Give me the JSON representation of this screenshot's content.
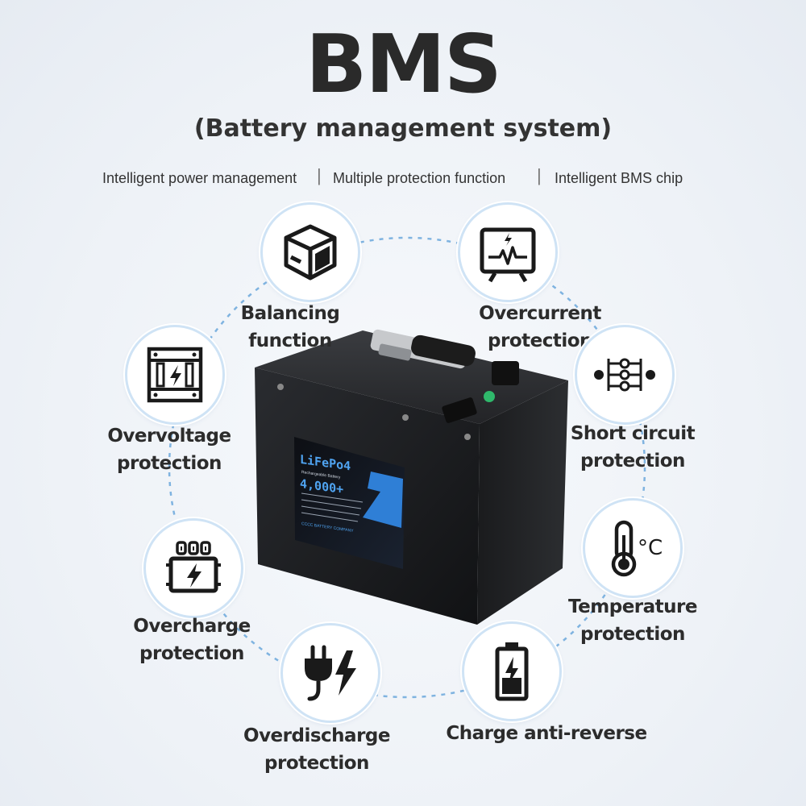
{
  "header": {
    "title": "BMS",
    "subtitle": "(Battery management system)",
    "features": [
      "Intelligent power management",
      "Multiple protection function",
      "Intelligent BMS chip"
    ],
    "separator": "|"
  },
  "functions": [
    {
      "label": "Balancing function",
      "icon": "cube-icon"
    },
    {
      "label": "Overcurrent protection",
      "icon": "monitor-pulse-icon"
    },
    {
      "label": "Short circuit protection",
      "line1": "Short circuit",
      "line2": "protection",
      "icon": "circuit-nodes-icon"
    },
    {
      "label": "Temperature protection",
      "line1": "Temperature",
      "line2": "protection",
      "icon": "thermometer-icon"
    },
    {
      "label": "Charge anti-reverse",
      "icon": "battery-bolt-icon"
    },
    {
      "label": "Overdischarge protection",
      "line1": "Overdischarge",
      "line2": "protection",
      "icon": "plug-bolt-icon"
    },
    {
      "label": "Overcharge protection",
      "line1": "Overcharge",
      "line2": "protection",
      "icon": "charger-bolt-icon"
    },
    {
      "label": "Overvoltage protection",
      "line1": "Overvoltage",
      "line2": "protection",
      "icon": "transformer-bolt-icon"
    }
  ],
  "battery_label": {
    "brand": "LiFePo4",
    "type": "Rechargeable Battery",
    "cycles": "4,000+",
    "company": "CCCC BATTERY COMPANY"
  },
  "temperature_unit": "°C",
  "colors": {
    "ring": "#7fb3e0",
    "circle_border": "#cfe3f5",
    "label_accent": "#2f7fd6"
  }
}
